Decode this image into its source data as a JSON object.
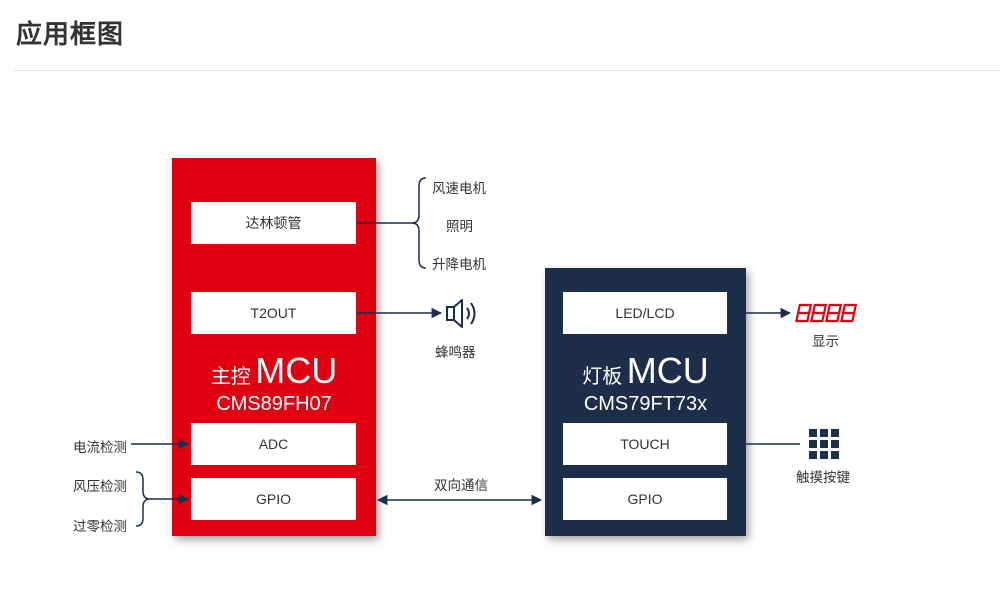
{
  "page": {
    "title": "应用框图"
  },
  "main_mcu": {
    "prefix": "主控",
    "name": "MCU",
    "model": "CMS89FH07",
    "ports": {
      "darlington": "达林顿管",
      "t2out": "T2OUT",
      "adc": "ADC",
      "gpio": "GPIO"
    },
    "color": "#e10012"
  },
  "light_mcu": {
    "prefix": "灯板",
    "name": "MCU",
    "model": "CMS79FT73x",
    "ports": {
      "led_lcd": "LED/LCD",
      "touch": "TOUCH",
      "gpio": "GPIO"
    },
    "color": "#1c2e4a"
  },
  "outputs": {
    "fan_motor": "风速电机",
    "lighting": "照明",
    "lift_motor": "升降电机",
    "buzzer": "蜂鸣器",
    "display": "显示",
    "touch_keys": "触摸按键"
  },
  "inputs": {
    "current_detect": "电流检测",
    "voltage_detect": "风压检测",
    "zero_cross_detect": "过零检测"
  },
  "links": {
    "bidirectional": "双向通信"
  },
  "icons": {
    "buzzer": "speaker-icon",
    "display": "seven-segment-display-icon",
    "touch_keys": "keypad-grid-icon"
  }
}
